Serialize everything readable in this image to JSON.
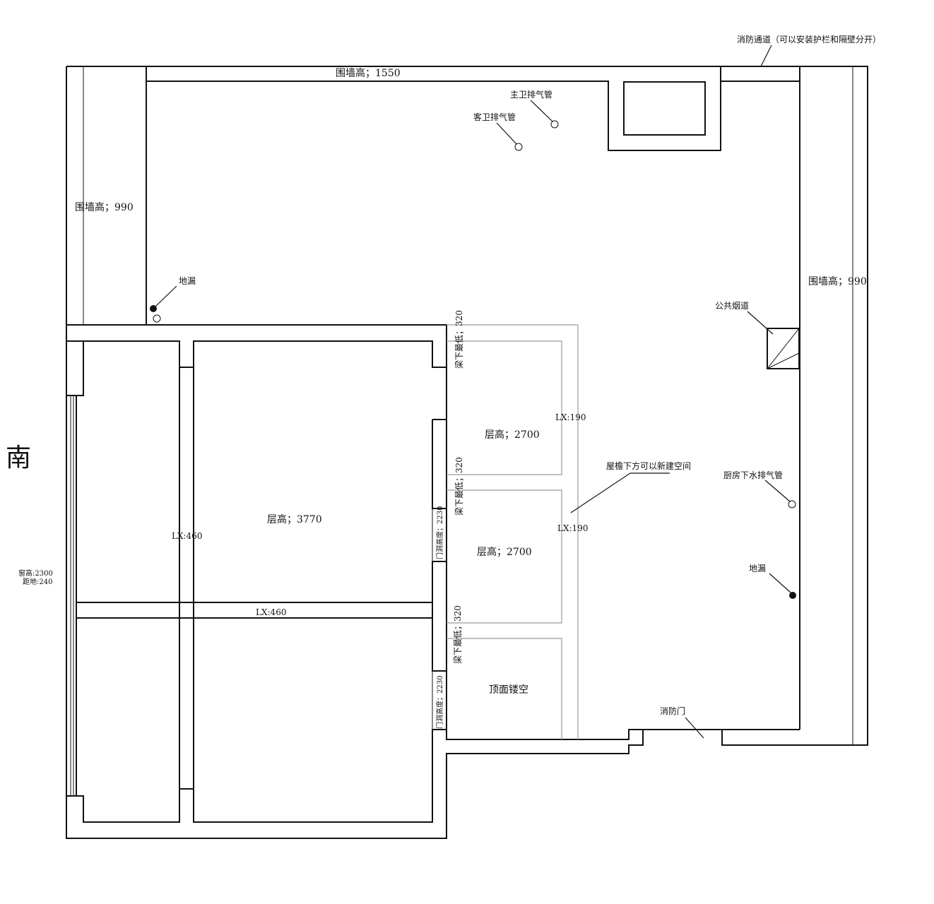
{
  "labels": {
    "fire_passage": "消防通道（可以安装护栏和隔壁分开）",
    "wall_top": "围墙高；1550",
    "wall_left": "围墙高；990",
    "wall_right": "围墙高；990",
    "main_bath_vent": "主卫排气管",
    "guest_bath_vent": "客卫排气管",
    "floor_drain_left": "地漏",
    "floor_drain_right": "地漏",
    "public_flue": "公共烟道",
    "kitchen_vent": "厨房下水排气管",
    "eave_note": "屋檐下方可以新建空间",
    "fire_door": "消防门",
    "south": "南",
    "window_height": "窗高:2300",
    "sill_height": "距地:240",
    "ceiling_big": "层高；3770",
    "ceiling_1": "层高；2700",
    "ceiling_2": "层高；2700",
    "hollow_roof": "顶面镂空",
    "beam_lx_vertical": "LX:460",
    "beam_lx_horizontal": "LX:460",
    "beam_lx_190_a": "LX:190",
    "beam_lx_190_b": "LX:190",
    "beam_low_1": "梁下最低；320",
    "beam_low_2": "梁下最低；320",
    "beam_low_3": "梁下最低；320",
    "door_height_1": "门洞高度；2230",
    "door_height_2": "门洞高度；2230"
  }
}
